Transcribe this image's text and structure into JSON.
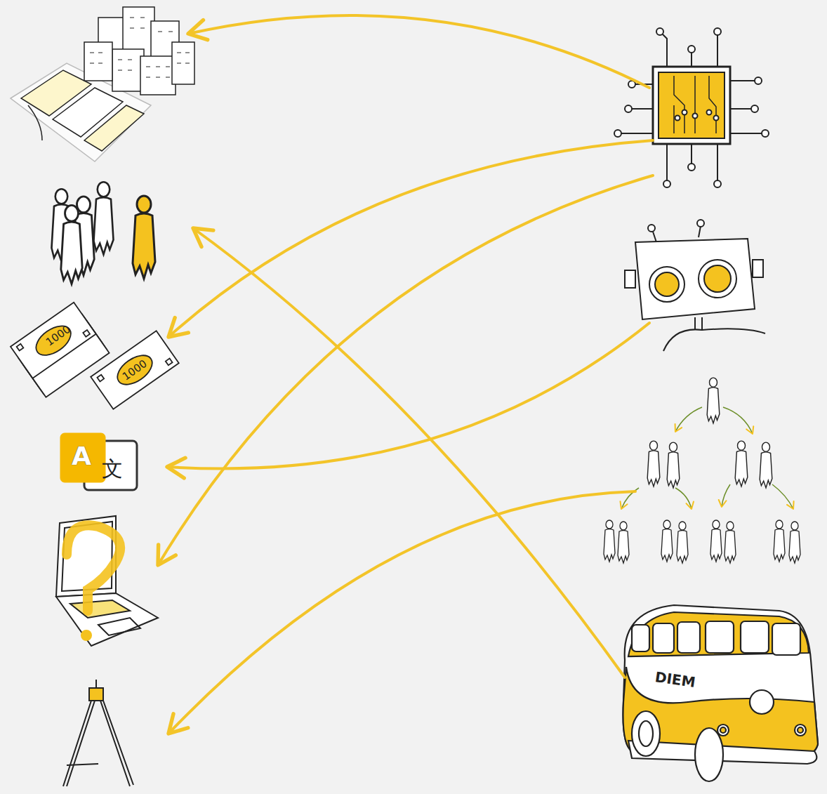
{
  "diagram": {
    "labels": [
      "1000",
      "1000",
      "A",
      "文",
      "DIEM"
    ]
  }
}
